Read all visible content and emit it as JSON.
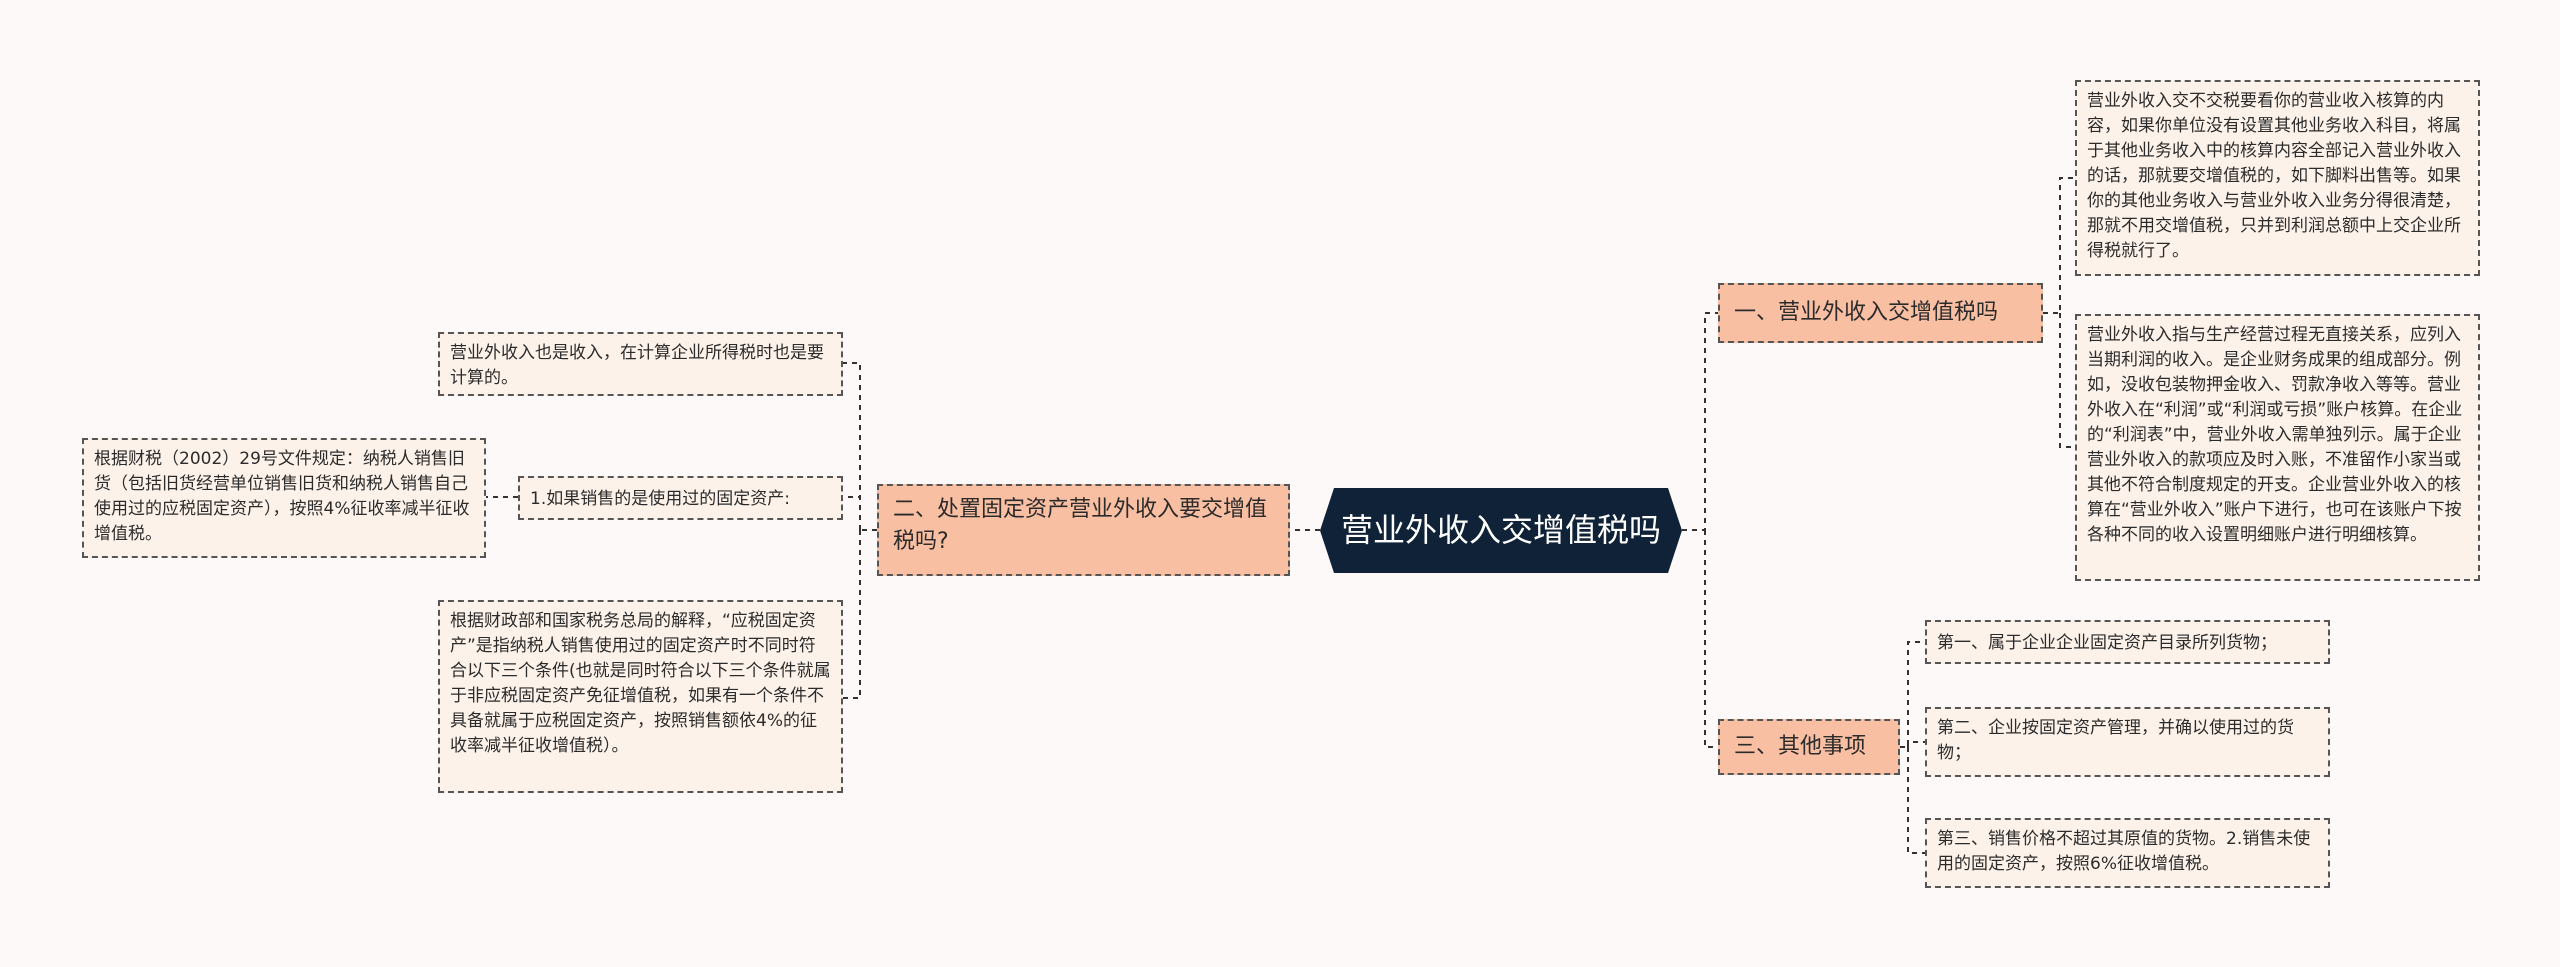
{
  "root": {
    "title": "营业外收入交增值税吗"
  },
  "right_branches": [
    {
      "title": "一、营业外收入交增值税吗",
      "children": [
        "营业外收入交不交税要看你的营业收入核算的内容，如果你单位没有设置其他业务收入科目，将属于其他业务收入中的核算内容全部记入营业外收入的话，那就要交增值税的，如下脚料出售等。如果你的其他业务收入与营业外收入业务分得很清楚，那就不用交增值税，只并到利润总额中上交企业所得税就行了。",
        "营业外收入指与生产经营过程无直接关系，应列入当期利润的收入。是企业财务成果的组成部分。例如，没收包装物押金收入、罚款净收入等等。营业外收入在“利润”或“利润或亏损”账户核算。在企业的“利润表”中，营业外收入需单独列示。属于企业营业外收入的款项应及时入账，不准留作小家当或其他不符合制度规定的开支。企业营业外收入的核算在“营业外收入”账户下进行，也可在该账户下按各种不同的收入设置明细账户进行明细核算。"
      ]
    },
    {
      "title": "三、其他事项",
      "children": [
        "第一、属于企业企业固定资产目录所列货物；",
        "第二、企业按固定资产管理，并确以使用过的货物；",
        "第三、销售价格不超过其原值的货物。2.销售未使用的固定资产，按照6%征收增值税。"
      ]
    }
  ],
  "left_branch": {
    "title": "二、处置固定资产营业外收入要交增值税吗?",
    "children": [
      {
        "text": "营业外收入也是收入，在计算企业所得税时也是要计算的。"
      },
      {
        "text": "1.如果销售的是使用过的固定资产:",
        "children": [
          "根据财税（2002）29号文件规定：纳税人销售旧货（包括旧货经营单位销售旧货和纳税人销售自己使用过的应税固定资产），按照4%征收率减半征收增值税。"
        ]
      },
      {
        "text": "根据财政部和国家税务总局的解释，“应税固定资产”是指纳税人销售使用过的固定资产时不同时符合以下三个条件(也就是同时符合以下三个条件就属于非应税固定资产免征增值税，如果有一个条件不具备就属于应税固定资产，按照销售额依4%的征收率减半征收增值税）。"
      }
    ]
  }
}
